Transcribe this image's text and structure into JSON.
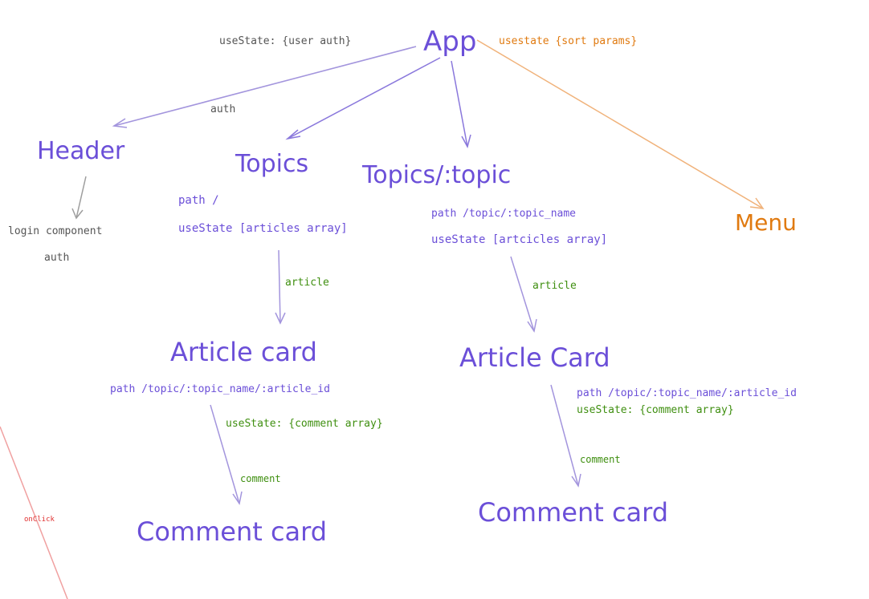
{
  "colors": {
    "purple": "#6b4fd8",
    "purple_text": "#5a3cc9",
    "purple_light": "#a395dd",
    "orange": "#e07a10",
    "orange_light": "#f0b27a",
    "green": "#3f8f10",
    "gray": "#555555",
    "gray_line": "#9e9e9e",
    "red_line": "#f0a0a0",
    "red_text": "#e03030"
  },
  "nodes": {
    "app": {
      "title": "App",
      "state_left": "useState: {user auth}",
      "state_right": "usestate {sort params}"
    },
    "header": {
      "title": "Header"
    },
    "login": {
      "line1": "login component",
      "line2": "auth"
    },
    "topics": {
      "title": "Topics",
      "path": "path /",
      "state": "useState [articles array]"
    },
    "topic": {
      "title": "Topics/:topic",
      "path": "path /topic/:topic_name",
      "state": "useState [artcicles array]"
    },
    "menu": {
      "title": "Menu"
    },
    "article_card_1": {
      "title": "Article card",
      "path": "path /topic/:topic_name/:article_id",
      "state": "useState: {comment array}"
    },
    "article_card_2": {
      "title": "Article Card",
      "path": "path /topic/:topic_name/:article_id",
      "state": "useState: {comment array}"
    },
    "comment_card_1": {
      "title": "Comment card"
    },
    "comment_card_2": {
      "title": "Comment card"
    }
  },
  "edges": {
    "app_header": "auth",
    "topics_article": "article",
    "topic_article": "article",
    "article1_comment": "comment",
    "article2_comment": "comment",
    "onclick": "onClick"
  }
}
